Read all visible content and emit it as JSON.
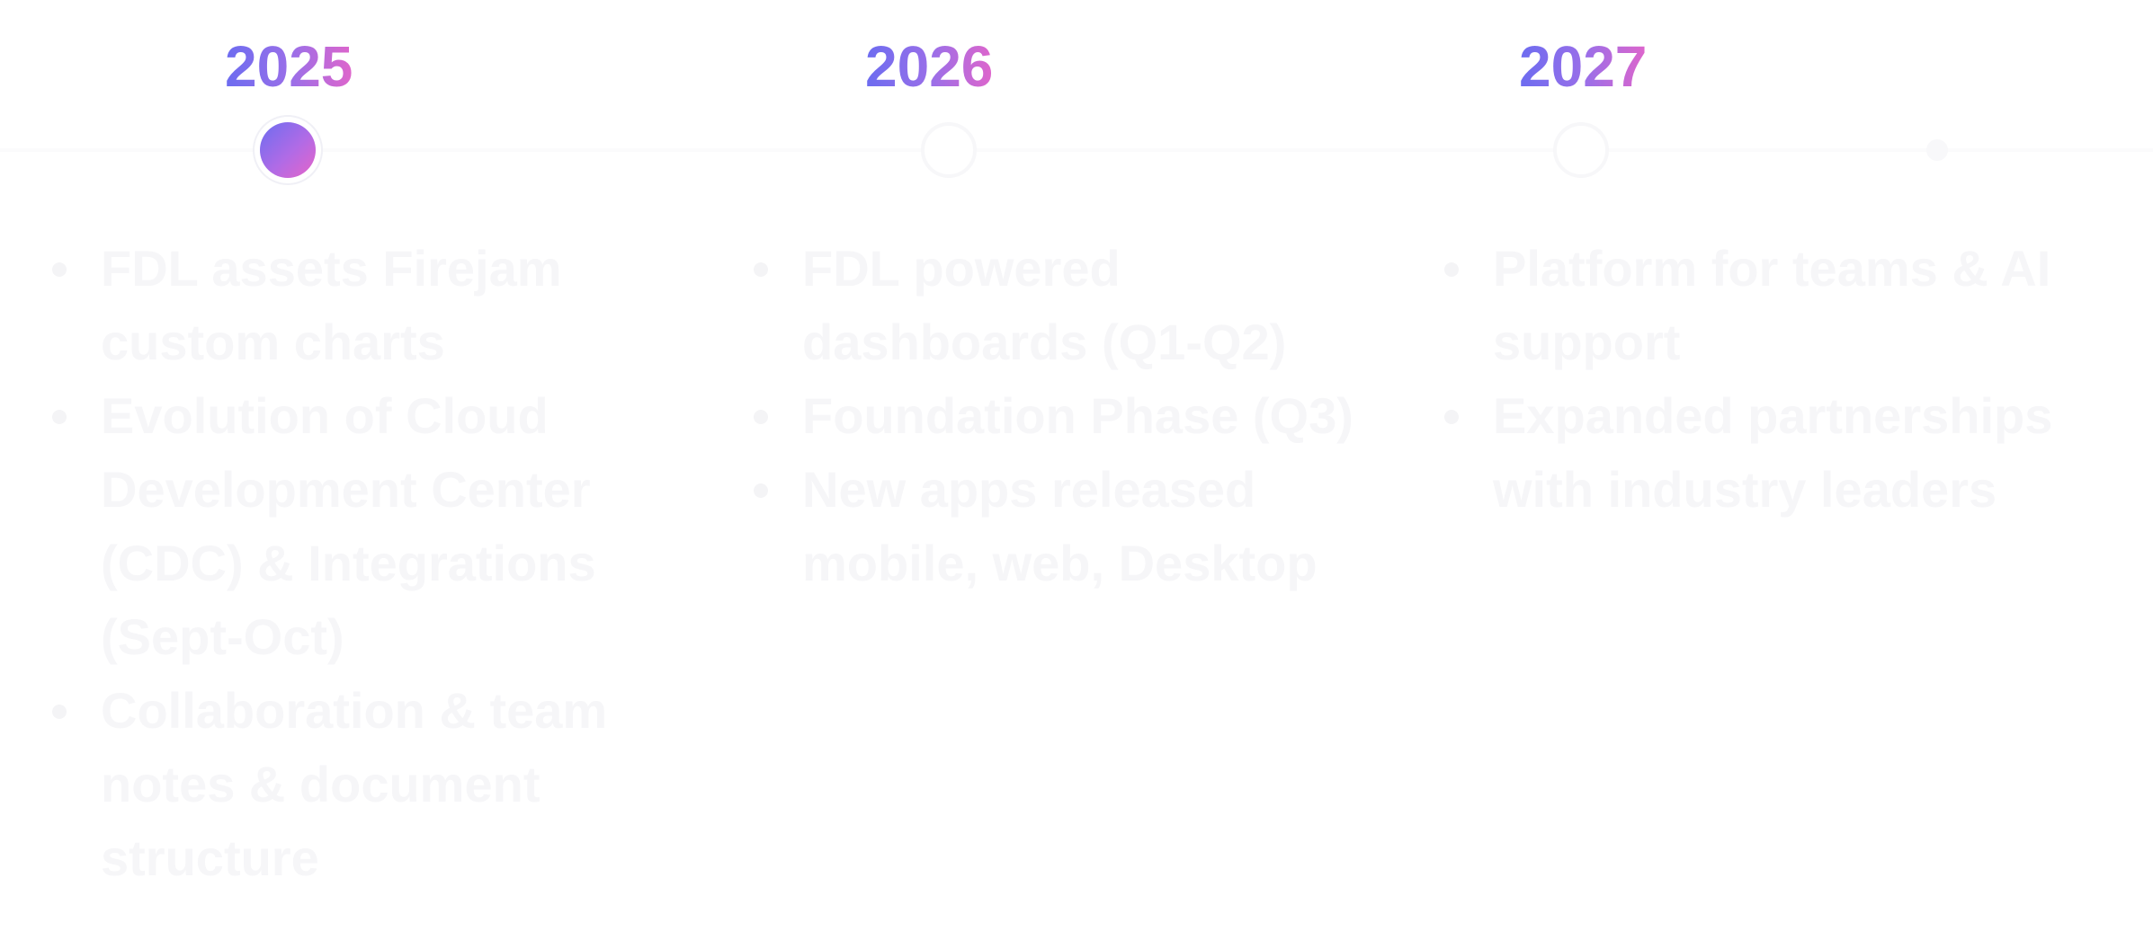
{
  "timeline": {
    "years": [
      {
        "label": "2025",
        "active": true,
        "items": [
          "FDL assets Firejam custom charts",
          "Evolution of Cloud Development Center (CDC) & Integrations (Sept-Oct)",
          "Collaboration & team notes & document structure"
        ]
      },
      {
        "label": "2026",
        "active": false,
        "items": [
          "FDL powered dashboards (Q1-Q2)",
          "Foundation Phase (Q3)",
          "New apps released mobile, web, Desktop"
        ]
      },
      {
        "label": "2027",
        "active": false,
        "items": [
          "Platform for teams & AI support",
          "Expanded partnerships with industry leaders"
        ]
      }
    ]
  },
  "colors": {
    "gradient_start": "#6c6cf0",
    "gradient_end": "#e764c8",
    "faded_text": "#f6f6f8"
  }
}
